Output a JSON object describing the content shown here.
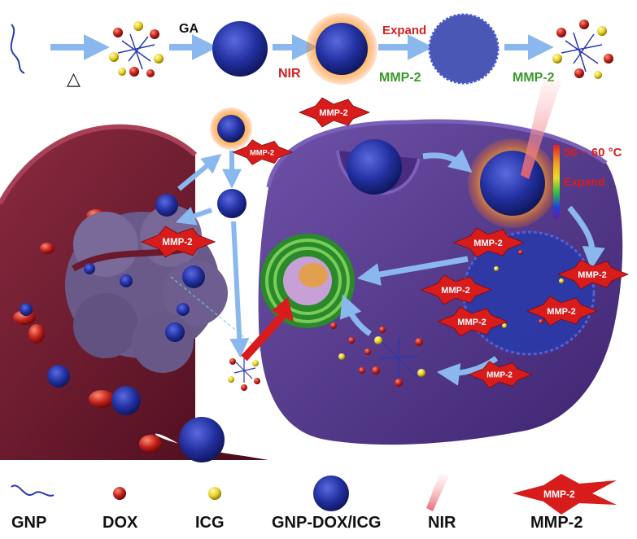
{
  "top_row": {
    "ga_label": "GA",
    "nir_label": "NIR",
    "expand_label": "Expand",
    "mmp2_label_1": "MMP-2",
    "mmp2_label_2": "MMP-2",
    "triangle_symbol": "△"
  },
  "scene": {
    "mmp2_badges": [
      "MMP-2",
      "MMP-2",
      "MMP-2",
      "MMP-2",
      "MMP-2",
      "MMP-2",
      "MMP-2",
      "MMP-2",
      "MMP-2"
    ],
    "temperature_label": "50 − 60 °C",
    "expand_label": "Expand"
  },
  "legend": {
    "items": [
      {
        "label": "GNP",
        "icon": "polymer-chain-icon"
      },
      {
        "label": "DOX",
        "icon": "red-sphere-icon"
      },
      {
        "label": "ICG",
        "icon": "yellow-sphere-icon"
      },
      {
        "label": "GNP-DOX/ICG",
        "icon": "nanoparticle-icon"
      },
      {
        "label": "NIR",
        "icon": "laser-beam-icon"
      },
      {
        "label": "MMP-2",
        "icon": "mmp2-starburst-icon"
      }
    ]
  },
  "colors": {
    "nir_red": "#d42020",
    "mmp_green": "#3a9a2a",
    "vessel": "#6b1a2e",
    "cell": "#5a3a8a",
    "particle_blue": "#2a3aa8",
    "dox_red": "#c0201a",
    "icg_yellow": "#e8d020",
    "badge_red": "#d81c1c"
  }
}
